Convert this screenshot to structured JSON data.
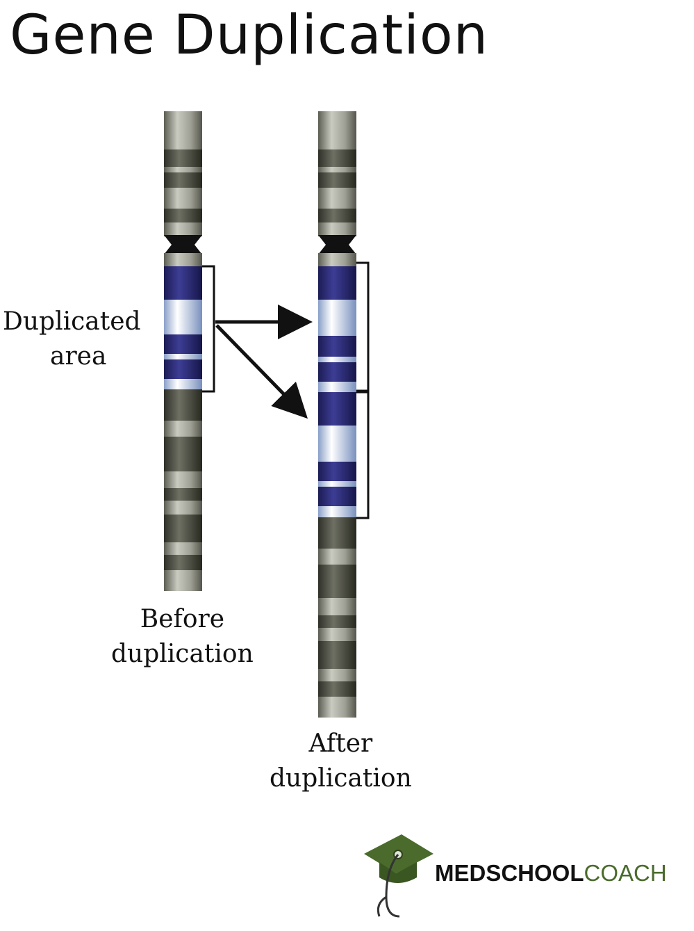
{
  "title": "Gene Duplication",
  "labels": {
    "duplicated_line1": "Duplicated",
    "duplicated_line2": "area",
    "before_line1": "Before",
    "before_line2": "duplication",
    "after_line1": "After",
    "after_line2": "duplication"
  },
  "logo": {
    "name": "graduation-cap-stethoscope-icon",
    "text_bold": "MEDSCHOOL",
    "text_light": "COACH",
    "color_bold": "#111111",
    "color_light": "#4a6b2c"
  },
  "colors": {
    "chromosome_gray": "#8e8f82",
    "band_dark": "#3e3f35",
    "duplicated_blue": "#2f2f7a",
    "duplicated_light": "#d9e3f3",
    "centromere": "#111111"
  }
}
